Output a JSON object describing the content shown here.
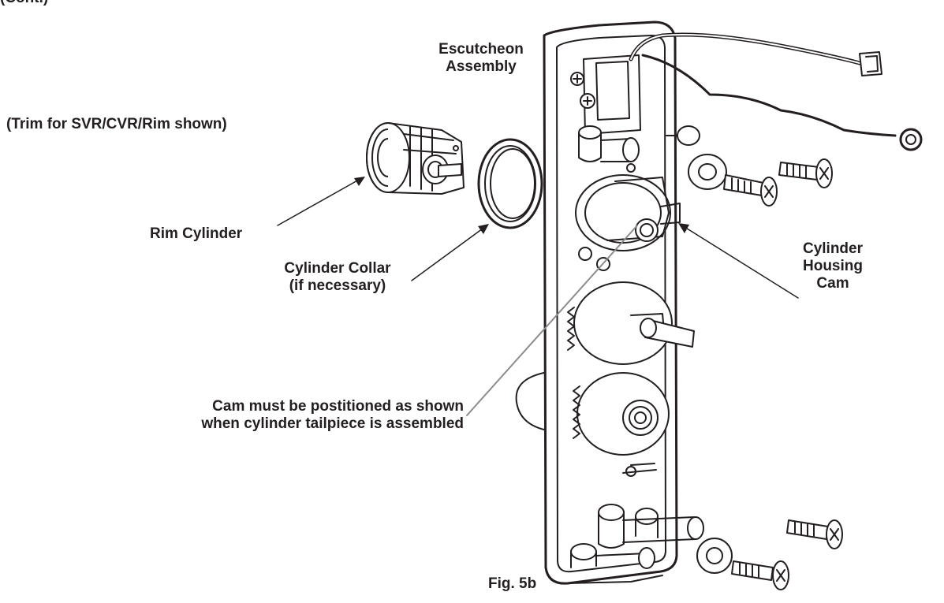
{
  "header_fragment": "(Cont.)",
  "note": "(Trim for SVR/CVR/Rim shown)",
  "labels": {
    "escutcheon": [
      "Escutcheon",
      "Assembly"
    ],
    "rim_cylinder": "Rim Cylinder",
    "cylinder_collar": [
      "Cylinder Collar",
      "(if necessary)"
    ],
    "cylinder_housing_cam": [
      "Cylinder",
      "Housing",
      "Cam"
    ],
    "cam_note": [
      "Cam must be postitioned as shown",
      "when cylinder tailpiece is assembled"
    ]
  },
  "figure_caption": "Fig.  5b",
  "colors": {
    "ink": "#231f20",
    "leader_gray": "#8c8c8c",
    "background": "#ffffff"
  }
}
